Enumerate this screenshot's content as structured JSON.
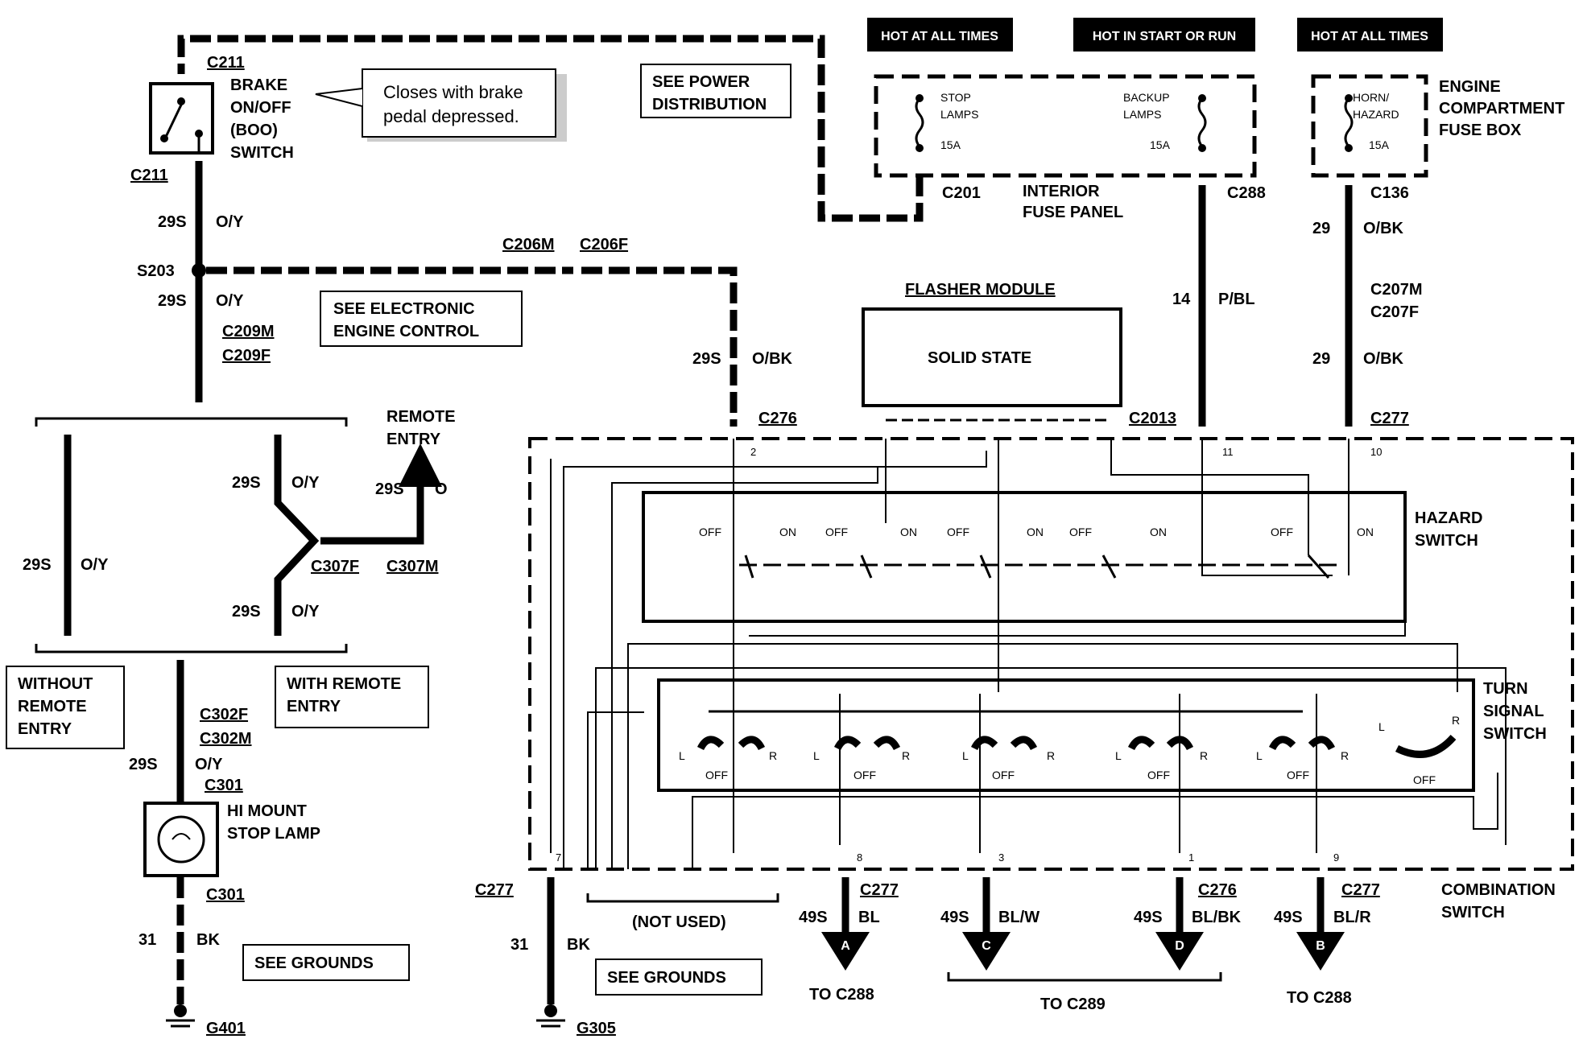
{
  "headers": {
    "hot_all_times_1": "HOT AT ALL TIMES",
    "hot_start_run": "HOT IN START OR RUN",
    "hot_all_times_2": "HOT AT ALL TIMES"
  },
  "interior_fuse_panel": {
    "name_line1": "INTERIOR",
    "name_line2": "FUSE PANEL",
    "stop_fuse_line1": "STOP",
    "stop_fuse_line2": "LAMPS",
    "stop_fuse_rating": "15A",
    "backup_fuse_line1": "BACKUP",
    "backup_fuse_line2": "LAMPS",
    "backup_fuse_rating": "15A"
  },
  "engine_fuse_box": {
    "name_line1": "ENGINE",
    "name_line2": "COMPARTMENT",
    "name_line3": "FUSE BOX",
    "fuse_line1": "HORN/",
    "fuse_line2": "HAZARD",
    "fuse_rating": "15A"
  },
  "brake_switch": {
    "connector_top": "C211",
    "name_line1": "BRAKE",
    "name_line2": "ON/OFF",
    "name_line3": "(BOO)",
    "name_line4": "SWITCH",
    "connector_bottom": "C211",
    "note_line1": "Closes with brake",
    "note_line2": "pedal depressed."
  },
  "see_power_distribution": {
    "line1": "SEE POWER",
    "line2": "DISTRIBUTION"
  },
  "see_electronic_engine_control": {
    "line1": "SEE ELECTRONIC",
    "line2": "ENGINE CONTROL"
  },
  "flasher_module": {
    "title": "FLASHER MODULE",
    "body": "SOLID STATE",
    "connector": "C2013"
  },
  "connectors": {
    "c201": "C201",
    "c288": "C288",
    "c136": "C136",
    "s203": "S203",
    "c206m": "C206M",
    "c206f": "C206F",
    "c209m": "C209M",
    "c209f": "C209F",
    "c207m": "C207M",
    "c207f": "C207F",
    "c276_top": "C276",
    "c277_top": "C277",
    "c307f": "C307F",
    "c307m": "C307M",
    "c302f": "C302F",
    "c302m": "C302M",
    "c301_top": "C301",
    "c301_bottom": "C301",
    "c277_left": "C277",
    "c277_a": "C277",
    "c276_d": "C276",
    "c277_b": "C277",
    "g401": "G401",
    "g305": "G305"
  },
  "wires": {
    "w29s": "29S",
    "oy": "O/Y",
    "obk": "O/BK",
    "w14": "14",
    "pbl": "P/BL",
    "w29": "29",
    "w31": "31",
    "bk": "BK",
    "w49s": "49S",
    "bl": "BL",
    "blw": "BL/W",
    "blbk": "BL/BK",
    "blr": "BL/R",
    "o": "O"
  },
  "remote_entry": {
    "line1": "REMOTE",
    "line2": "ENTRY"
  },
  "without_remote_entry": {
    "line1": "WITHOUT",
    "line2": "REMOTE",
    "line3": "ENTRY"
  },
  "with_remote_entry": {
    "line1": "WITH REMOTE",
    "line2": "ENTRY"
  },
  "hi_mount_stop_lamp": {
    "line1": "HI MOUNT",
    "line2": "STOP LAMP"
  },
  "see_grounds": "SEE GROUNDS",
  "hazard_switch": {
    "line1": "HAZARD",
    "line2": "SWITCH",
    "off": "OFF",
    "on": "ON"
  },
  "turn_signal_switch": {
    "line1": "TURN",
    "line2": "SIGNAL",
    "line3": "SWITCH",
    "off": "OFF",
    "l": "L",
    "r": "R"
  },
  "combination_switch": {
    "line1": "COMBINATION",
    "line2": "SWITCH"
  },
  "not_used": "(NOT USED)",
  "pins": {
    "p2": "2",
    "p11": "11",
    "p10": "10",
    "p7": "7",
    "p8": "8",
    "p3": "3",
    "p1": "1",
    "p9": "9"
  },
  "outputs": {
    "a": "A",
    "b": "B",
    "c": "C",
    "d": "D",
    "to_c288_a": "TO C288",
    "to_c289": "TO C289",
    "to_c288_b": "TO C288"
  }
}
